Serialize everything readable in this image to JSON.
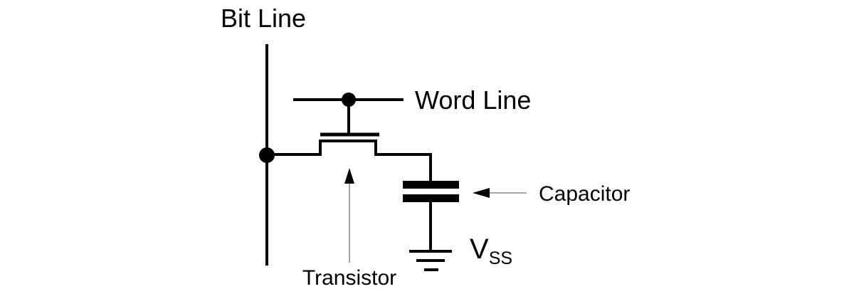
{
  "labels": {
    "bit_line": "Bit Line",
    "word_line": "Word Line",
    "capacitor": "Capacitor",
    "transistor": "Transistor",
    "vss_main": "V",
    "vss_sub": "SS"
  },
  "colors": {
    "stroke": "#000000",
    "background": "#ffffff",
    "annotation_arrow_shaft": "#8a8a8a"
  },
  "symbols": [
    "bit-line-wire",
    "word-line-wire",
    "connection-dot",
    "nmos-transistor-symbol",
    "capacitor-plates",
    "ground-symbol",
    "annotation-arrow"
  ]
}
